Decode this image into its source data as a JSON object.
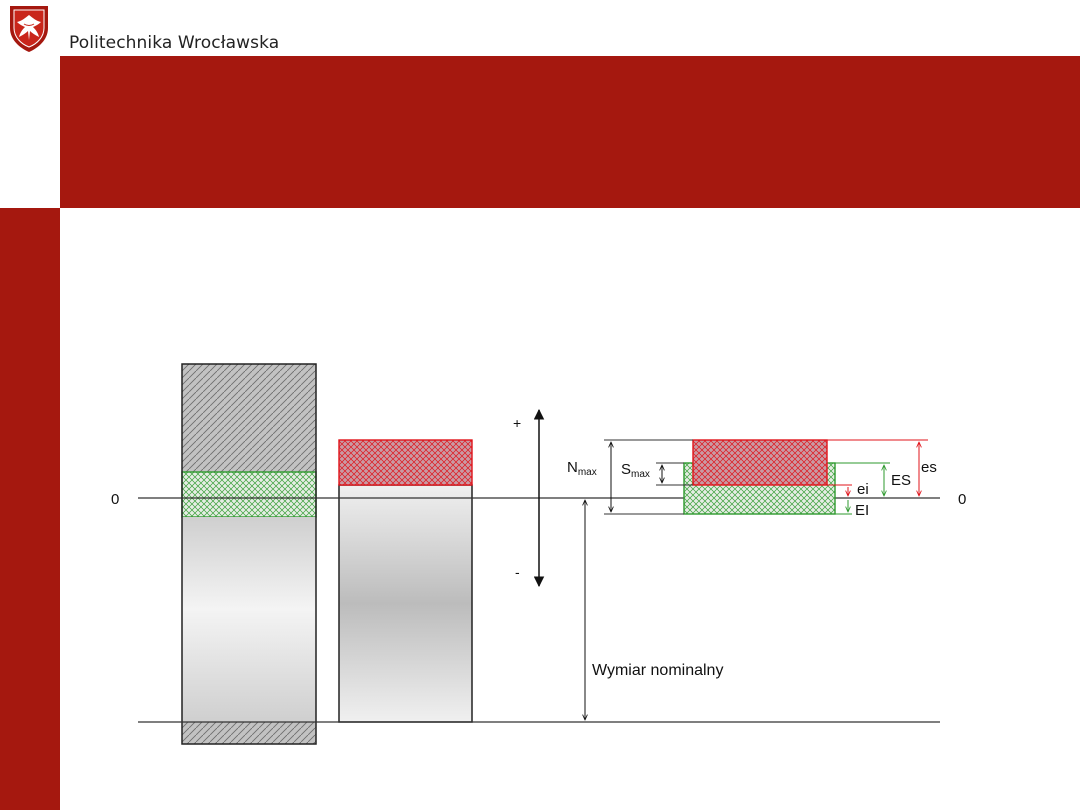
{
  "header": {
    "institution": "Politechnika Wrocławska",
    "logo": "eagle-shield-logo"
  },
  "colors": {
    "brand_red": "#a5180f",
    "hole_green": "#2e9a2e",
    "shaft_red": "#e0141b",
    "hatch_gray": "#8a8a8a"
  },
  "diagram": {
    "zero_left": "0",
    "zero_right": "0",
    "plus": "+",
    "minus": "-",
    "nmax_main": "N",
    "nmax_sub": "max",
    "smax_main": "S",
    "smax_sub": "max",
    "es": "es",
    "ES": "ES",
    "ei": "ei",
    "EI": "EI",
    "nominal": "Wymiar nominalny"
  }
}
